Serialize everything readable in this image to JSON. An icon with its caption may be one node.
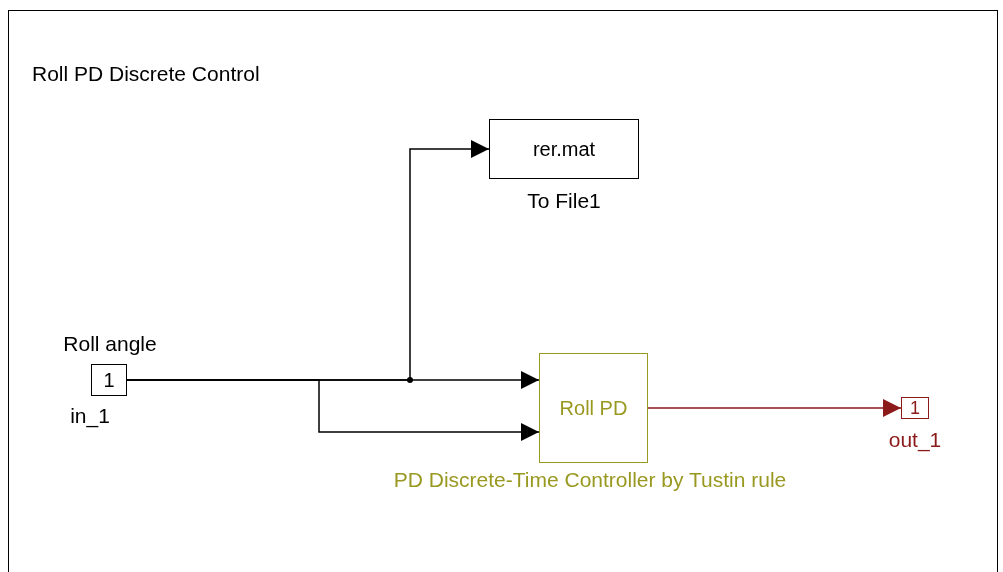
{
  "diagram": {
    "title": "Roll PD Discrete Control",
    "nodes": [
      {
        "text": [
          "1"
        ],
        "beside": [
          "Roll angle",
          "in_1"
        ]
      },
      {
        "text": [
          "rer.mat"
        ],
        "beside": [
          "To File1"
        ]
      },
      {
        "text": [
          "Roll PD"
        ],
        "beside": [
          "PD Discrete-Time Controller by Tustin rule"
        ]
      },
      {
        "text": [
          "1"
        ],
        "beside": [
          "out_1"
        ]
      }
    ],
    "edges": [
      {
        "from": 0,
        "to": 1,
        "arrow": "to"
      },
      {
        "from": 0,
        "to": 2,
        "arrow": "to"
      },
      {
        "from": 0,
        "to": 2,
        "arrow": "to"
      },
      {
        "from": 2,
        "to": 3,
        "arrow": "to",
        "color": "#8b1a1a"
      }
    ]
  }
}
